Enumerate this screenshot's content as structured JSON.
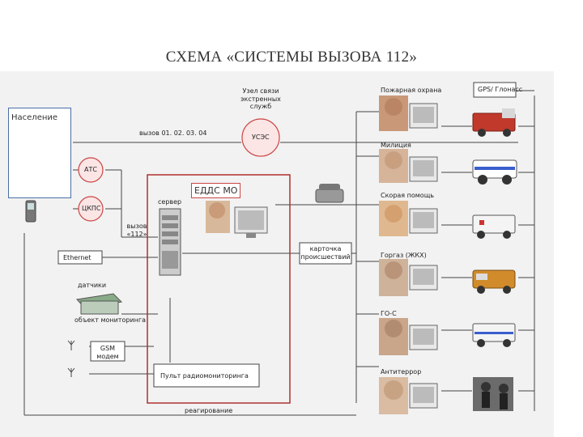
{
  "title": "СХЕМА «СИСТЕМЫ ВЫЗОВА 112»",
  "labels": {
    "population": "Население",
    "eddc": "ЕДДС МО",
    "atc": "АТС",
    "ukps": "ЦКПС",
    "node": "Узел связи экстренных служб",
    "uses": "УСЭС",
    "call_codes": "вызов 01. 02. 03. 04",
    "server": "сервер",
    "call112": "вызов «112»",
    "ethernet": "Ethernet",
    "sensors": "датчики",
    "monitoring": "объект мониторинга",
    "gsm": "GSM модем",
    "radio": "Пульт радиомониторинга",
    "reaction": "реагирование",
    "incident_card": "карточка происшествий",
    "gps": "GPS/ Глонасс",
    "fire": "Пожарная охрана",
    "police": "Милиция",
    "ambulance": "Скорая помощь",
    "utilities": "Горгаз (ЖКХ)",
    "gochs": "ГО-С",
    "antiterror": "Антитеррор"
  }
}
